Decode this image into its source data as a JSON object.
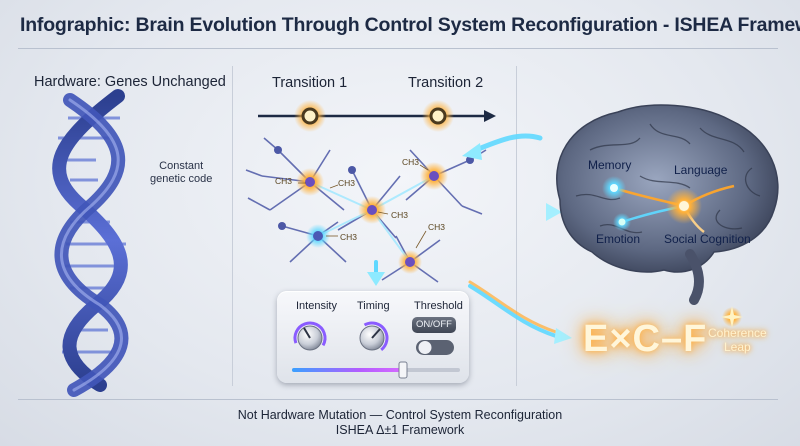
{
  "title": "Infographic: Brain Evolution Through Control System Reconfiguration - ISHEA Framework",
  "hardware": {
    "label": "Hardware: Genes Unchanged",
    "dna_note": [
      "Constant",
      "genetic code"
    ]
  },
  "transitions": {
    "t1": "Transition 1",
    "t2": "Transition 2"
  },
  "methyl_tag": "CH3",
  "brain_regions": {
    "memory": "Memory",
    "language": "Language",
    "emotion": "Emotion",
    "social": "Social Cognition"
  },
  "controls": {
    "intensity": "Intensity",
    "timing": "Timing",
    "threshold": "Threshold",
    "onoff": "ON/OFF"
  },
  "formula": "E×C–F",
  "coherence": [
    "Coherence",
    "Leap"
  ],
  "footer": {
    "line1": "Not Hardware Mutation — Control System Reconfiguration",
    "line2": "ISHEA Δ±1 Framework"
  },
  "colors": {
    "title": "#1d2a44",
    "glow_cyan": "#5fd8ff",
    "glow_orange": "#ffa62b",
    "dna_blue": "#2f4fb8"
  }
}
